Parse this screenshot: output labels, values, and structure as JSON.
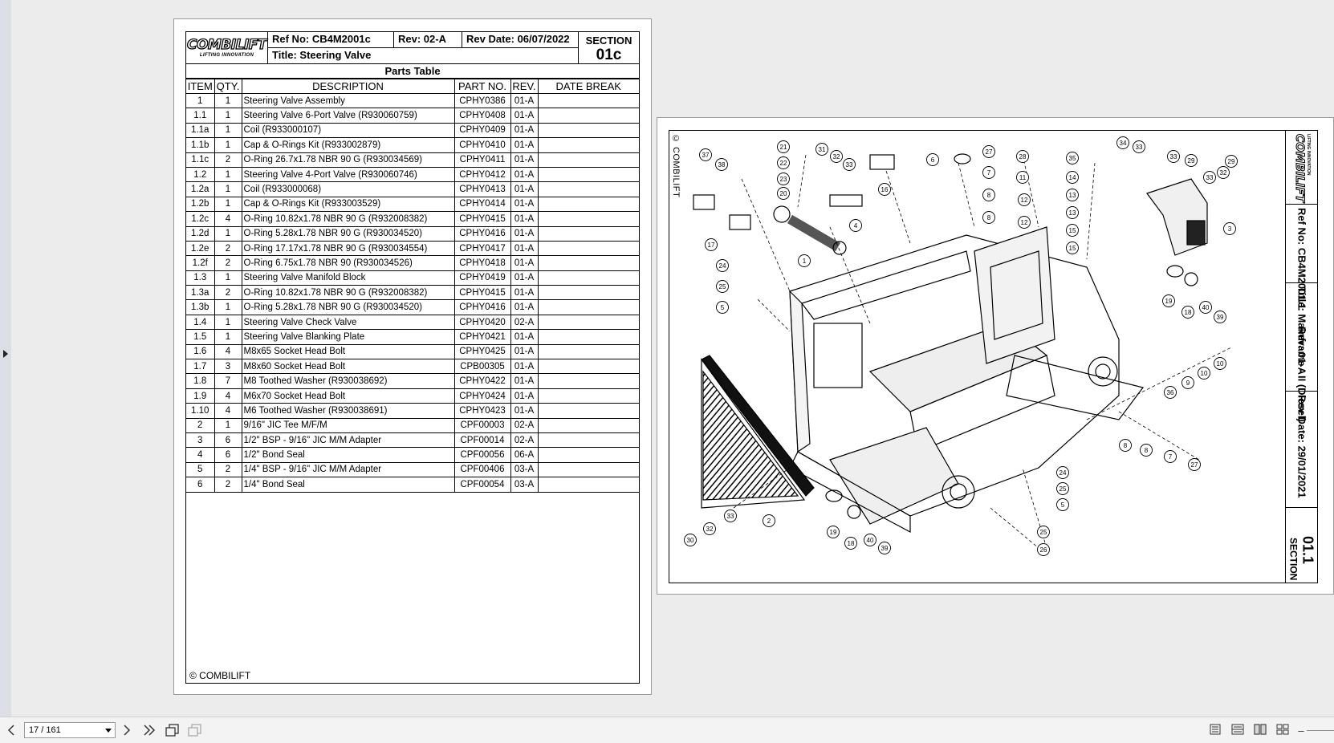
{
  "viewer": {
    "page_indicator": "17 / 161",
    "zoom_minus": "–"
  },
  "page1": {
    "logo_text": "COMBILIFT",
    "logo_sub": "LIFTING INNOVATION",
    "ref_no": "Ref No: CB4M2001c",
    "rev": "Rev: 02-A",
    "rev_date": "Rev Date: 06/07/2022",
    "section_label": "SECTION",
    "section_num": "01c",
    "title": "Title: Steering Valve",
    "table_title": "Parts Table",
    "columns": [
      "ITEM",
      "QTY.",
      "DESCRIPTION",
      "PART NO.",
      "REV.",
      "DATE BREAK"
    ],
    "rows": [
      [
        "1",
        "1",
        "Steering Valve Assembly",
        "CPHY0386",
        "01-A",
        ""
      ],
      [
        "1.1",
        "1",
        "Steering Valve 6-Port Valve (R930060759)",
        "CPHY0408",
        "01-A",
        ""
      ],
      [
        "1.1a",
        "1",
        "Coil (R933000107)",
        "CPHY0409",
        "01-A",
        ""
      ],
      [
        "1.1b",
        "1",
        "Cap & O-Rings Kit (R933002879)",
        "CPHY0410",
        "01-A",
        ""
      ],
      [
        "1.1c",
        "2",
        "O-Ring 26.7x1.78 NBR 90 G (R930034569)",
        "CPHY0411",
        "01-A",
        ""
      ],
      [
        "1.2",
        "1",
        "Steering Valve 4-Port Valve (R930060746)",
        "CPHY0412",
        "01-A",
        ""
      ],
      [
        "1.2a",
        "1",
        "Coil (R933000068)",
        "CPHY0413",
        "01-A",
        ""
      ],
      [
        "1.2b",
        "1",
        "Cap & O-Rings Kit (R933003529)",
        "CPHY0414",
        "01-A",
        ""
      ],
      [
        "1.2c",
        "4",
        "O-Ring 10.82x1.78 NBR 90 G (R932008382)",
        "CPHY0415",
        "01-A",
        ""
      ],
      [
        "1.2d",
        "1",
        "O-Ring 5.28x1.78 NBR 90 G (R930034520)",
        "CPHY0416",
        "01-A",
        ""
      ],
      [
        "1.2e",
        "2",
        "O-Ring 17.17x1.78 NBR 90 G (R930034554)",
        "CPHY0417",
        "01-A",
        ""
      ],
      [
        "1.2f",
        "2",
        "O-Ring 6.75x1.78 NBR 90 (R930034526)",
        "CPHY0418",
        "01-A",
        ""
      ],
      [
        "1.3",
        "1",
        "Steering Valve Manifold Block",
        "CPHY0419",
        "01-A",
        ""
      ],
      [
        "1.3a",
        "2",
        "O-Ring 10.82x1.78 NBR 90 G (R932008382)",
        "CPHY0415",
        "01-A",
        ""
      ],
      [
        "1.3b",
        "1",
        "O-Ring 5.28x1.78 NBR 90 G (R930034520)",
        "CPHY0416",
        "01-A",
        ""
      ],
      [
        "1.4",
        "1",
        "Steering Valve Check Valve",
        "CPHY0420",
        "02-A",
        ""
      ],
      [
        "1.5",
        "1",
        "Steering Valve Blanking Plate",
        "CPHY0421",
        "01-A",
        ""
      ],
      [
        "1.6",
        "4",
        "M8x65 Socket Head Bolt",
        "CPHY0425",
        "01-A",
        ""
      ],
      [
        "1.7",
        "3",
        "M8x60 Socket Head Bolt",
        "CPB00305",
        "01-A",
        ""
      ],
      [
        "1.8",
        "7",
        "M8 Toothed Washer (R930038692)",
        "CPHY0422",
        "01-A",
        ""
      ],
      [
        "1.9",
        "4",
        "M6x70 Socket Head Bolt",
        "CPHY0424",
        "01-A",
        ""
      ],
      [
        "1.10",
        "4",
        "M6 Toothed Washer (R930038691)",
        "CPHY0423",
        "01-A",
        ""
      ],
      [
        "2",
        "1",
        "9/16\" JIC Tee M/F/M",
        "CPF00003",
        "02-A",
        ""
      ],
      [
        "3",
        "6",
        "1/2\" BSP - 9/16\" JIC M/M Adapter",
        "CPF00014",
        "02-A",
        ""
      ],
      [
        "4",
        "6",
        "1/2\" Bond Seal",
        "CPF00056",
        "06-A",
        ""
      ],
      [
        "5",
        "2",
        "1/4\" BSP - 9/16\" JIC M/M Adapter",
        "CPF00406",
        "03-A",
        ""
      ],
      [
        "6",
        "2",
        "1/4\" Bond Seal",
        "CPF00054",
        "03-A",
        ""
      ]
    ],
    "copyright": "© COMBILIFT"
  },
  "page2": {
    "copyright": "© COMBILIFT",
    "logo_text": "COMBILIFT",
    "logo_sub": "LIFTING INNOVATION",
    "ref_no": "Ref No: CB4M2001.1",
    "title": "Title: Mainframe - II (Diesel)",
    "rev": "Rev: 01-A",
    "rev_date": "Rev Date: 29/01/2021",
    "section_label": "SECTION",
    "section_num": "01.1",
    "balloons": [
      "37",
      "38",
      "21",
      "22",
      "23",
      "20",
      "31",
      "32",
      "33",
      "16",
      "6",
      "27",
      "28",
      "7",
      "11",
      "8",
      "12",
      "8",
      "12",
      "35",
      "14",
      "13",
      "13",
      "15",
      "15",
      "34",
      "33",
      "33",
      "29",
      "33",
      "32",
      "29",
      "17",
      "4",
      "1",
      "24",
      "25",
      "5",
      "3",
      "19",
      "18",
      "40",
      "39",
      "36",
      "9",
      "10",
      "10",
      "2",
      "30",
      "32",
      "33",
      "19",
      "18",
      "40",
      "39",
      "24",
      "25",
      "5",
      "25",
      "26",
      "8",
      "8",
      "7",
      "27"
    ]
  }
}
